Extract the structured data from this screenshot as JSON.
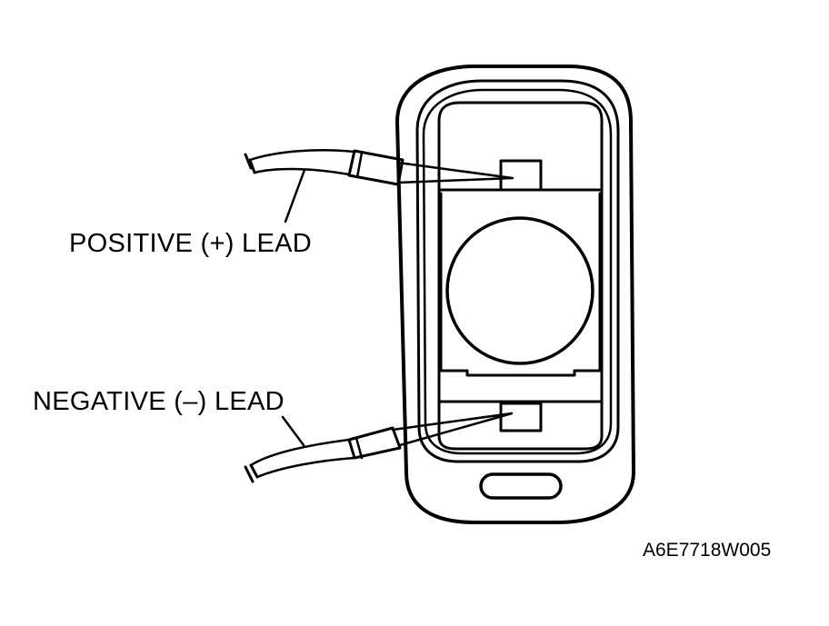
{
  "labels": {
    "positive_lead": "POSITIVE (+) LEAD",
    "negative_lead": "NEGATIVE (–) LEAD",
    "figure_code": "A6E7718W005"
  },
  "colors": {
    "line": "#000000",
    "background": "#ffffff"
  }
}
